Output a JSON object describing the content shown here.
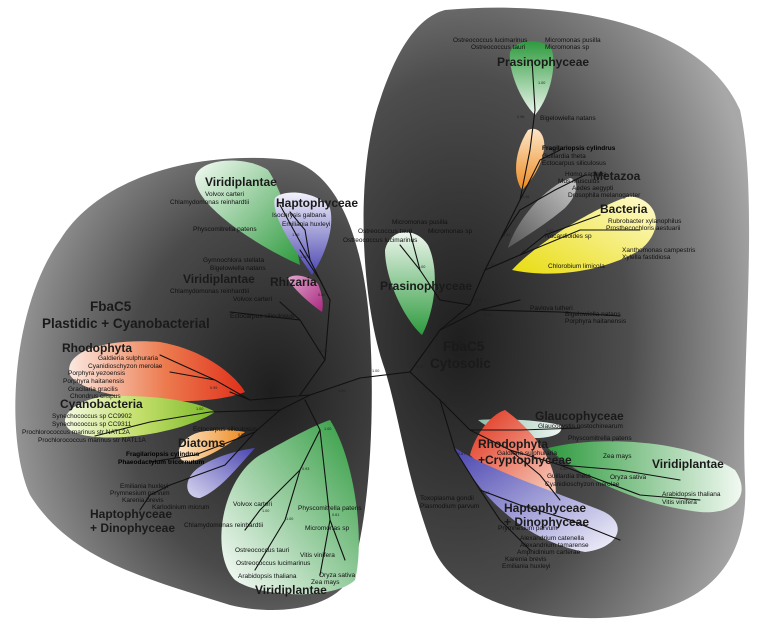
{
  "figure": {
    "plastidic_title_line1": "FbaC5",
    "plastidic_title_line2": "Plastidic + Cyanobacterial",
    "cytosolic_title_line1": "FbaC5",
    "cytosolic_title_line2": "Cytosolic"
  },
  "groups": {
    "viridiplantae_top": "Viridiplantae",
    "haptophyceae_top": "Haptophyceae",
    "viridiplantae_mid": "Viridiplantae",
    "rhizaria": "Rhizaria",
    "rhodophyta": "Rhodophyta",
    "cyanobacteria": "Cyanobacteria",
    "diatoms": "Diatoms",
    "hapto_dino_left_1": "Haptophyceae",
    "hapto_dino_left_2": "+ Dinophyceae",
    "viridiplantae_bottom": "Viridiplantae",
    "prasinophyceae_top": "Prasinophyceae",
    "metazoa": "Metazoa",
    "bacteria": "Bacteria",
    "prasinophyceae_mid": "Prasinophyceae",
    "glaucophyceae": "Glaucophyceae",
    "rhodo_crypto_1": "Rhodophyta",
    "rhodo_crypto_2": "+Cryptophyceae",
    "viridiplantae_right": "Viridiplantae",
    "hapto_dino_right_1": "Haptophyceae",
    "hapto_dino_right_2": "+ Dinophyceae"
  },
  "taxa": {
    "left": {
      "volvox_1": "Volvox carteri",
      "chlamy_1": "Chlamydomonas reinhardtii",
      "isochrysis": "Isochrysis galbana",
      "emiliania_1": "Emiliania huxleyi",
      "physco_1": "Physcomitrella patens",
      "gymnochlora": "Gymnochlora stellata",
      "bigelowiella_1": "Bigelowiella natans",
      "chlamy_2": "Chlamydomonas reinhardtii",
      "volvox_2": "Volvox carteri",
      "ectocarpus_1": "Ectocarpus siliculosus",
      "galdieria_1": "Galdieria sulphuraria",
      "cyanidio_1": "Cyanidioschyzon merolae",
      "porphyra_y": "Porphyra yezoensis",
      "porphyra_h_1": "Porphyra haitanensis",
      "gracilaria": "Gracilaria gracilis",
      "chondrus": "Chondrus crispus",
      "syn_9902": "Synechococcus sp CC9902",
      "syn_9311": "Synechococcus sp CC9311",
      "prochl_2a": "Prochlorococcus marinus str NATL2A",
      "prochl_1a": "Prochlorococcus marinus str NATL1A",
      "ectocarpus_2": "Ectocarpus siliculosus",
      "fragilariopsis_1": "Fragilariopsis cylindrus",
      "phaeodactylum": "Phaeodactylum tricornutum",
      "emiliania_2": "Emiliania huxleyi",
      "prymnesium_1": "Prymnesium parvum",
      "karenia_1": "Karenia brevis",
      "karlodinium": "Karlodinium micrum",
      "volvox_3": "Volvox carteri",
      "chlamy_3": "Chlamydomonas reinhardtii",
      "physco_2": "Physcomitrella patens",
      "micromonas_1": "Micromonas sp",
      "ostreo_tauri_1": "Ostreococcus tauri",
      "vitis_1": "Vitis vinifera",
      "ostreo_luc_1": "Ostreococcus lucimarinus",
      "oryza_1": "Oryza sativa",
      "arabidopsis_1": "Arabidopsis thaliana",
      "zea_1": "Zea mays"
    },
    "right": {
      "ostreo_luc_2": "Ostreococcus lucimarinus",
      "micromonas_pusilla_1": "Micromonas pusilla",
      "ostreo_tauri_2": "Ostreococcus tauri",
      "micromonas_2": "Micromonas sp",
      "bigelowiella_2": "Bigelowiella natans",
      "fragilariopsis_2": "Fragilariopsis cylindrus",
      "guillardia_1": "Guillardia theta",
      "ectocarpus_3": "Ectocarpus siliculosus",
      "homo": "Homo sapiens",
      "mus": "Mus musculus",
      "aedes": "Aedes aegypti",
      "drosophila": "Drosophila melanogaster",
      "rubrobacter": "Rubrobacter xylanophilus",
      "prosthecochloris": "Prosthecochloris aestuarii",
      "nocardioides": "Nocardioides sp",
      "xanthomonas": "Xanthomonas campestris",
      "xylella": "Xylella fastidiosa",
      "chlorobium": "Chlorobium limicola",
      "micromonas_pusilla_2": "Micromonas pusilla",
      "ostreo_tauri_3": "Ostreococcus tauri",
      "micromonas_3": "Micromonas sp",
      "ostreo_luc_3": "Ostreococcus lucimarinus",
      "pavlova": "Pavlova lutheri",
      "bigelowiella_3": "Bigelowiella natans",
      "porphyra_h_2": "Porphyra haitanensis",
      "gloeochaete": "Glaucocystis nostochinearum",
      "physco_3": "Physcomitrella patens",
      "galdieria_2": "Galdieria sulphuraria",
      "zea_2": "Zea mays",
      "oryza_2": "Oryza sativa",
      "guillardia_2": "Guillardia theta",
      "cyanidio_2": "Cyanidioschyzon merolae",
      "arabidopsis_2": "Arabidopsis thaliana",
      "vitis_2": "Vitis vinifera",
      "toxoplasma": "Toxoplasma gondii",
      "plasmodium": "Plasmodium parvum",
      "prymnesium_2": "Prymnesium parvum",
      "alex_cat": "Alexandrium catenella",
      "alex_tam": "Alexandrium tamarense",
      "amphidinium": "Amphidinium carterae",
      "karenia_2": "Karenia brevis",
      "emiliania_3": "Emiliania huxleyi"
    }
  },
  "support_values": [
    "1.00",
    "0.99",
    "0.98",
    "0.97",
    "0.96",
    "0.94",
    "0.93",
    "0.91",
    "0.89",
    "0.87",
    "0.85",
    "0.80",
    "0.78",
    "0.73",
    "0.61",
    "0.57",
    "0.50"
  ],
  "colors": {
    "plastidic_bg": "#3a3a3a",
    "cytosolic_bg": "#3f3f3f",
    "viridiplantae": "#3aa64a",
    "haptophyceae": "#5a56b8",
    "rhizaria": "#b0428c",
    "rhodophyta": "#e2451f",
    "cyanobacteria": "#9ccb3a",
    "diatoms": "#f1a646",
    "bacteria": "#f0e622",
    "metazoa": "#6e6e6e",
    "glaucophyceae": "#a6c8b8"
  }
}
